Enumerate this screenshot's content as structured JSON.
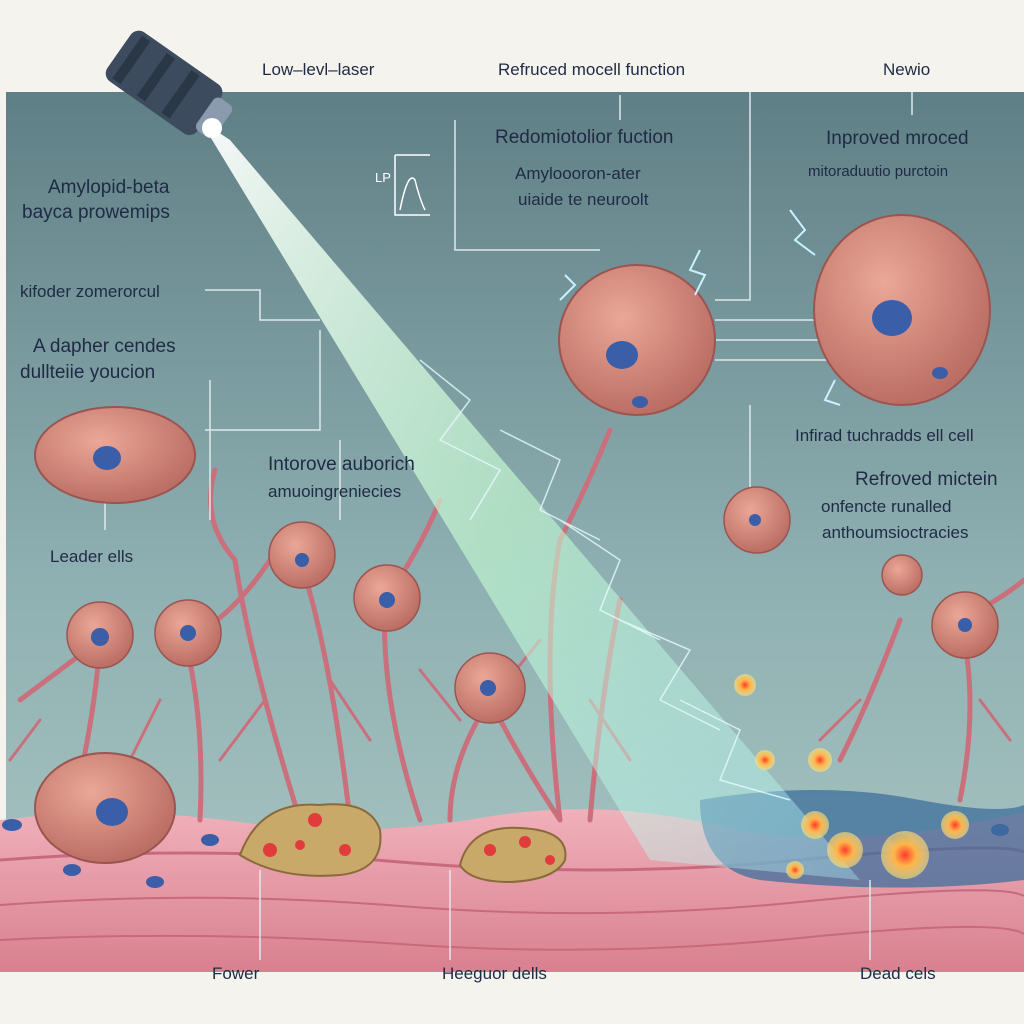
{
  "top_labels": {
    "laser": "Low–levl–laser",
    "middle": "Refruced mocell function",
    "right": "Newio"
  },
  "left_labels": {
    "amyloid_line1": "Amylopid-beta",
    "amyloid_line2": "bayca prowemips",
    "kifoder": "kifoder zomerorcul",
    "daph_line1": "A dapher cendes",
    "daph_line2": "dullteiie youcion",
    "leader": "Leader ells"
  },
  "center_labels": {
    "redom": "Redomiotolior fuction",
    "amylo_line1": "Amyloooron-ater",
    "amylo_line2": "uiaide te neuroolt",
    "intorove_line1": "Intorove auborich",
    "intorove_line2": "amuoingreniecies",
    "laser_icon_text": "LP"
  },
  "right_labels": {
    "improved_line1": "Inproved mroced",
    "improved_line2": "mitoraduutio purctoin",
    "infrad": "Infirad tuchradds ell cell",
    "refroved_line1": "Refroved mictein",
    "refroved_line2": "onfencte runalled",
    "refroved_line3": "anthoumsioctracies"
  },
  "bottom_labels": {
    "fower": "Fower",
    "heeguor": "Heeguor dells",
    "dead": "Dead cels"
  },
  "colors": {
    "panel_bg": "#7e9ba0",
    "tissue": "#e8a2ae",
    "cell": "#d9897d",
    "nucleus": "#3a5ea8",
    "dendrite": "#c9707c",
    "beam": "#d6ffd8",
    "dead_cell": "#c9a96a",
    "glow": "#ffcf4a"
  },
  "icons": [
    "laser-device-icon",
    "lightning-spark-icon"
  ]
}
